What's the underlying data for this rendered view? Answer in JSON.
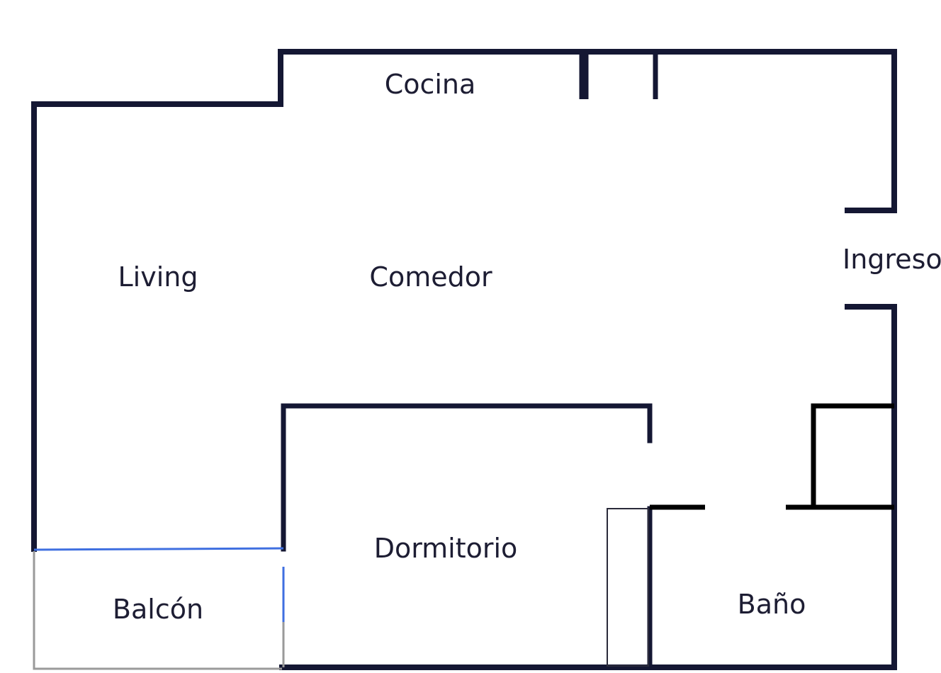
{
  "rooms": {
    "cocina": "Cocina",
    "living": "Living",
    "comedor": "Comedor",
    "ingreso": "Ingreso",
    "dormitorio": "Dormitorio",
    "balcon": "Balcón",
    "bano": "Baño"
  },
  "colors": {
    "walls": "#141733",
    "fixtures": "#000000",
    "window": "#3f6fe0",
    "balcony_rail": "#9a9a9a",
    "closet": "#2a2a3a",
    "text": "#1d1d33"
  }
}
